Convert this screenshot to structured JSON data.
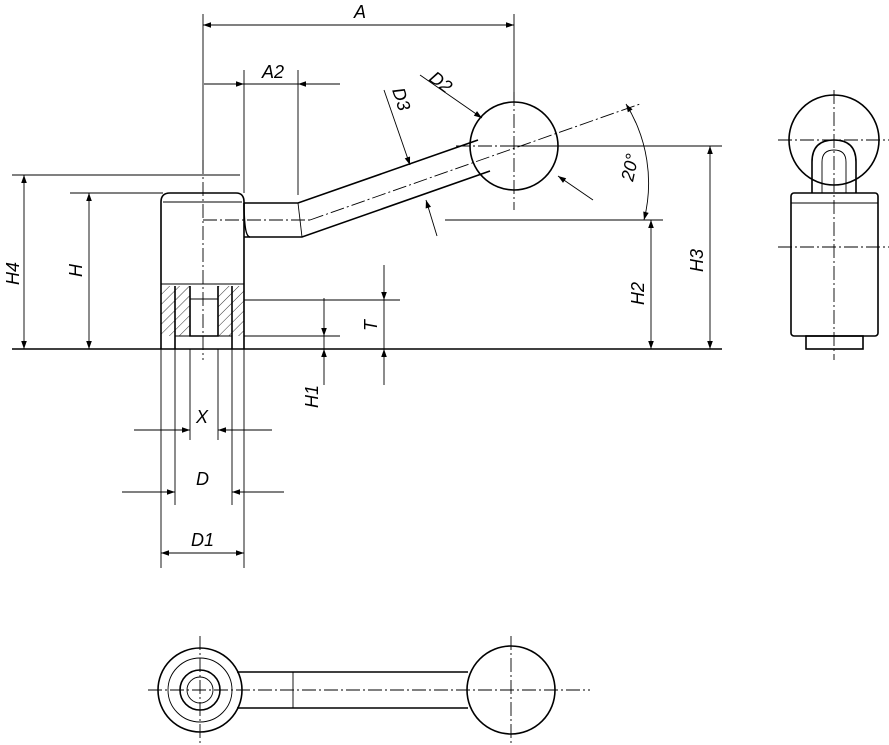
{
  "drawing": {
    "labels": {
      "A": "A",
      "A2": "A2",
      "D2": "D2",
      "D3": "D3",
      "angle": "20°",
      "H4": "H4",
      "H": "H",
      "H3": "H3",
      "H2": "H2",
      "T": "T",
      "H1": "H1",
      "X": "X",
      "D": "D",
      "D1": "D1"
    },
    "views": [
      "side-view",
      "front-view",
      "top-view"
    ]
  }
}
